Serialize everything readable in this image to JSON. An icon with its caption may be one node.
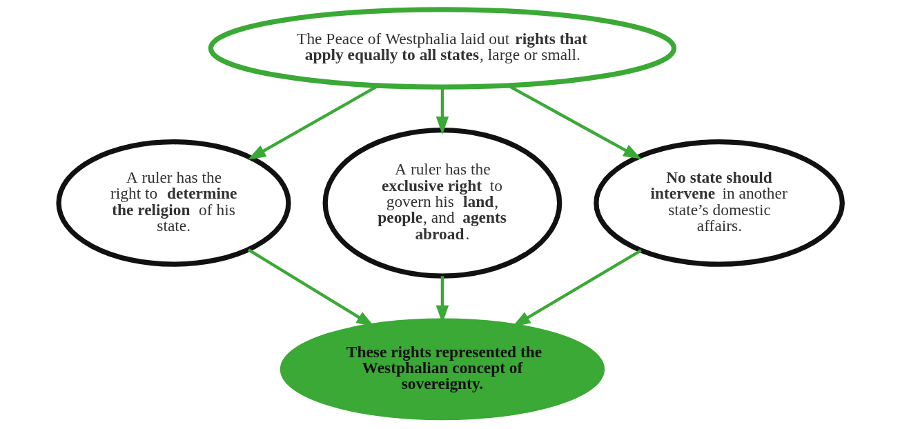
{
  "diagram": {
    "nodes": [
      {
        "text": [
          "The Peace of Westphalia laid out **rights that apply equally to all states**, large or small."
        ]
      },
      {
        "text": [
          "A ruler has the right to **determine the religion** of his state."
        ]
      },
      {
        "text": [
          "A ruler has the **exclusive right** to govern his **land**, **people**, and **agents abroad**."
        ]
      },
      {
        "text": [
          "**No state should intervene** in another state’s domestic affairs."
        ]
      },
      {
        "text": [
          "These rights represented the Westphalian concept of sovereignty."
        ]
      }
    ],
    "edges": [
      {
        "from": 0,
        "to": 1,
        "arrow": "to"
      },
      {
        "from": 0,
        "to": 2,
        "arrow": "to"
      },
      {
        "from": 0,
        "to": 3,
        "arrow": "to"
      },
      {
        "from": 1,
        "to": 4,
        "arrow": "to"
      },
      {
        "from": 2,
        "to": 4,
        "arrow": "to"
      },
      {
        "from": 3,
        "to": 4,
        "arrow": "to"
      }
    ]
  }
}
